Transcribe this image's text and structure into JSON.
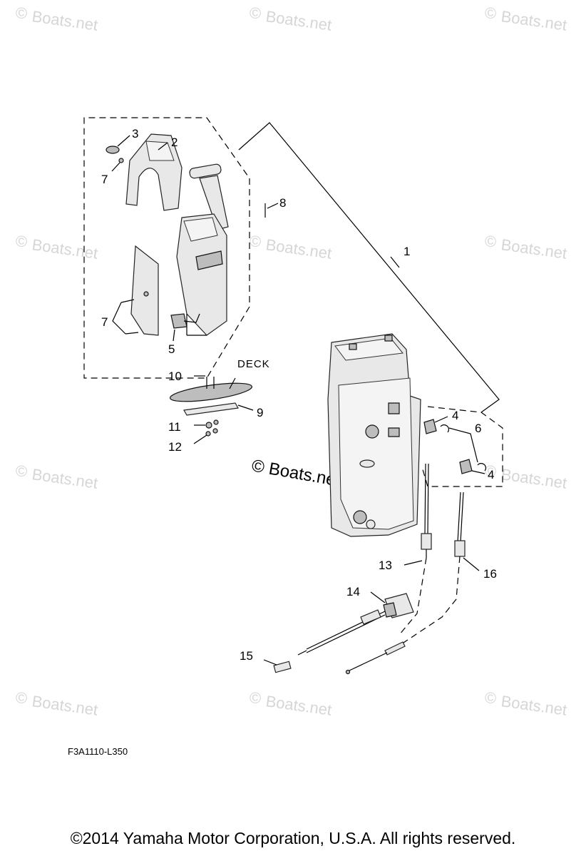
{
  "watermark": {
    "text": "Boats.net",
    "symbol": "©",
    "center_text": "© Boats.net"
  },
  "callouts": {
    "c1": "1",
    "c2": "2",
    "c3": "3",
    "c4a": "4",
    "c4b": "4",
    "c5": "5",
    "c6": "6",
    "c7a": "7",
    "c7b": "7",
    "c8": "8",
    "c9": "9",
    "c10": "10",
    "c11": "11",
    "c12": "12",
    "c13": "13",
    "c14": "14",
    "c15": "15",
    "c16": "16"
  },
  "deck_label": "DECK",
  "figure_code": "F3A1110-L350",
  "copyright": "©2014 Yamaha Motor Corporation, U.S.A. All rights reserved."
}
